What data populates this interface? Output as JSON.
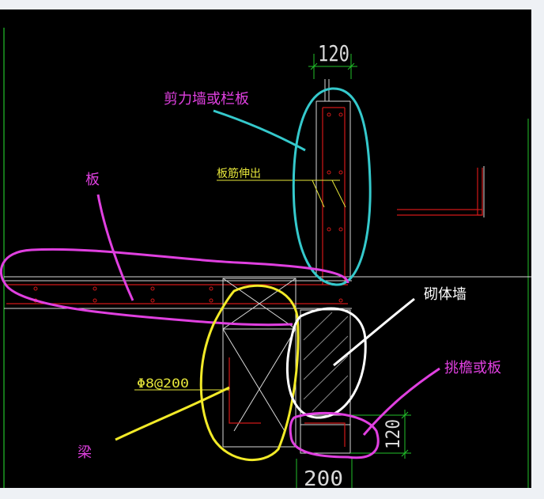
{
  "drawing": {
    "dimensions": {
      "top_width": "120",
      "bottom_width": "200",
      "side_height": "120"
    },
    "cad_labels": {
      "rebar_extend": "板筋伸出",
      "stirrup_spec": "Φ8@200"
    },
    "annotations": {
      "shear_wall_or_parapet": "剪力墙或栏板",
      "slab": "板",
      "masonry_wall": "砌体墙",
      "cantilever_eave_or_slab": "挑檐或板",
      "beam": "梁"
    },
    "colors": {
      "background": "#000000",
      "outer_frame": "#eef1f5",
      "cad_white": "#d9d9d9",
      "cad_red": "#d01818",
      "cad_green": "#22c02a",
      "cad_yellow_text": "#e6e63a",
      "annotation_magenta": "#e040e0",
      "annotation_cyan": "#35c9cc",
      "annotation_yellow": "#f2ea28",
      "annotation_white": "#ffffff"
    }
  }
}
